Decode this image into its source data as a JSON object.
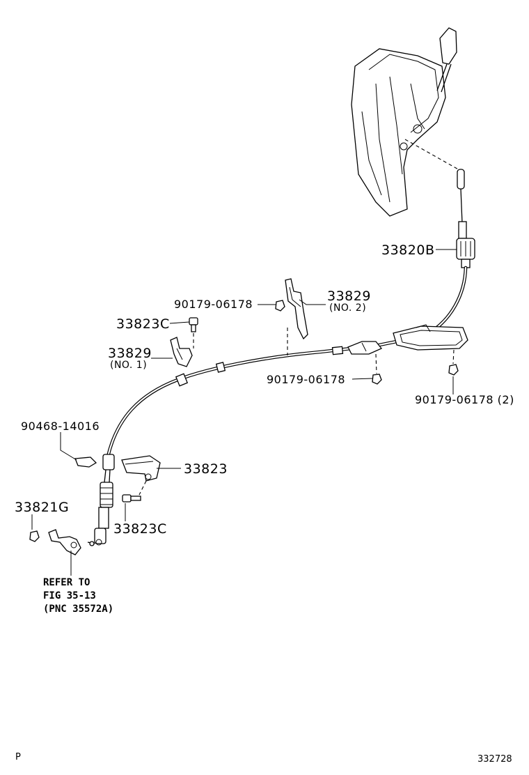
{
  "labels": {
    "p33820B": "33820B",
    "p33829_top": "33829",
    "p33829_top_sub": "(NO. 2)",
    "p90179_a": "90179-06178",
    "p33823C_top": "33823C",
    "p33829_left": "33829",
    "p33829_left_sub": "(NO. 1)",
    "p90179_b": "90179-06178",
    "p90179_c": "90179-06178 (2)",
    "p90468": "90468-14016",
    "p33823": "33823",
    "p33821G": "33821G",
    "p33823C_bottom": "33823C",
    "refer_line1": "REFER TO",
    "refer_line2": "FIG 35-13",
    "refer_line3": "(PNC 35572A)"
  },
  "corner": {
    "left": "P",
    "right": "332728"
  }
}
